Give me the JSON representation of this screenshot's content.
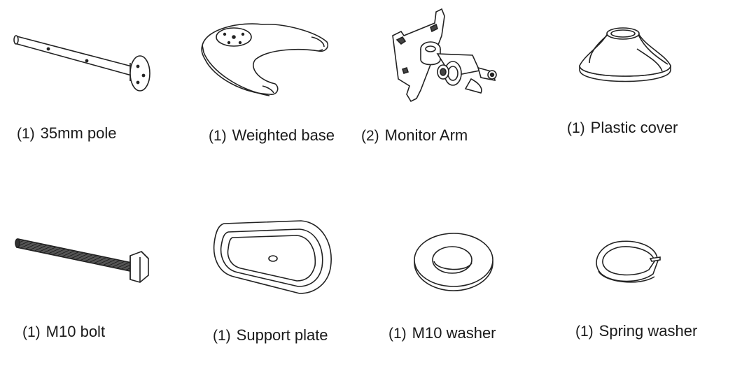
{
  "parts": [
    {
      "id": "pole",
      "qty": "(1)",
      "label": "35mm pole"
    },
    {
      "id": "base",
      "qty": "(1)",
      "label": "Weighted base"
    },
    {
      "id": "arm",
      "qty": "(2)",
      "label": "Monitor Arm"
    },
    {
      "id": "cover",
      "qty": "(1)",
      "label": "Plastic cover"
    },
    {
      "id": "bolt",
      "qty": "(1)",
      "label": "M10 bolt"
    },
    {
      "id": "plate",
      "qty": "(1)",
      "label": "Support plate"
    },
    {
      "id": "washer",
      "qty": "(1)",
      "label": "M10 washer"
    },
    {
      "id": "spring",
      "qty": "(1)",
      "label": "Spring washer"
    }
  ]
}
